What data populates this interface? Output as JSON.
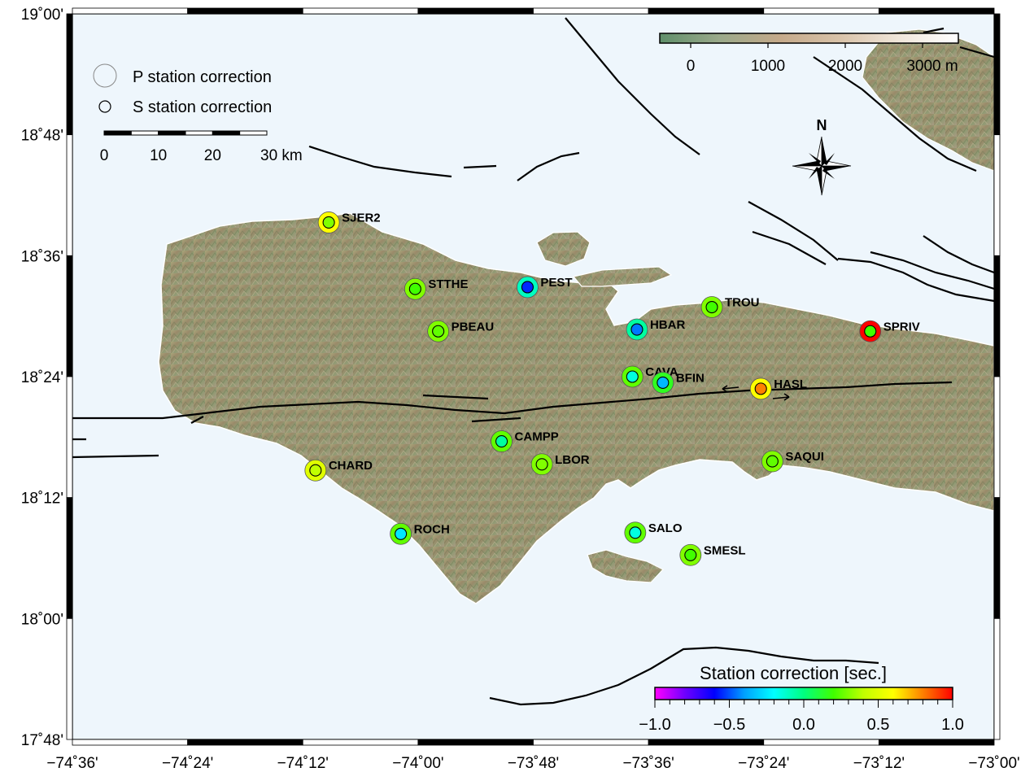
{
  "axes": {
    "lon_ticks": [
      "−74˚36'",
      "−74˚24'",
      "−74˚12'",
      "−74˚00'",
      "−73˚48'",
      "−73˚36'",
      "−73˚24'",
      "−73˚12'",
      "−73˚00'"
    ],
    "lat_ticks": [
      "19˚00'",
      "18˚48'",
      "18˚36'",
      "18˚24'",
      "18˚12'",
      "18˚00'",
      "17˚48'"
    ]
  },
  "legend": {
    "p_label": "P station correction",
    "s_label": "S station correction"
  },
  "scalebar": {
    "ticks": [
      "0",
      "10",
      "20",
      "30 km"
    ]
  },
  "elevation_bar": {
    "ticks": [
      "0",
      "1000",
      "2000",
      "3000 m"
    ],
    "colors": [
      "#5f8f6a",
      "#9aa98a",
      "#c4a98a",
      "#d8c2a8",
      "#f0e6da",
      "#ffffff"
    ]
  },
  "north_arrow": {
    "label": "N"
  },
  "correction_bar": {
    "title": "Station correction [sec.]",
    "ticks": [
      "−1.0",
      "−0.5",
      "0.0",
      "0.5",
      "1.0"
    ],
    "colors": [
      "#ff00ff",
      "#7000ff",
      "#0000ff",
      "#00a0ff",
      "#00ffff",
      "#00ff80",
      "#40ff00",
      "#c0ff00",
      "#ffff00",
      "#ff8000",
      "#ff0000"
    ]
  },
  "stations": [
    {
      "name": "SJER2",
      "lon": -74.155,
      "lat": 18.655,
      "p": 0.6,
      "s": 0.3
    },
    {
      "name": "STTHE",
      "lon": -74.005,
      "lat": 18.545,
      "p": 0.3,
      "s": 0.2
    },
    {
      "name": "PEST",
      "lon": -73.81,
      "lat": 18.548,
      "p": -0.1,
      "s": -0.55
    },
    {
      "name": "PBEAU",
      "lon": -73.965,
      "lat": 18.475,
      "p": 0.3,
      "s": 0.25
    },
    {
      "name": "HBAR",
      "lon": -73.62,
      "lat": 18.478,
      "p": -0.05,
      "s": -0.45
    },
    {
      "name": "TROU",
      "lon": -73.49,
      "lat": 18.515,
      "p": 0.3,
      "s": 0.2
    },
    {
      "name": "SPRIV",
      "lon": -73.215,
      "lat": 18.475,
      "p": 1.0,
      "s": 0.2
    },
    {
      "name": "CAVA",
      "lon": -73.628,
      "lat": 18.4,
      "p": 0.25,
      "s": -0.15
    },
    {
      "name": "BFIN",
      "lon": -73.575,
      "lat": 18.39,
      "p": 0.15,
      "s": -0.35
    },
    {
      "name": "HASL",
      "lon": -73.405,
      "lat": 18.38,
      "p": 0.6,
      "s": 0.8
    },
    {
      "name": "CAMPP",
      "lon": -73.855,
      "lat": 18.293,
      "p": 0.25,
      "s": -0.05
    },
    {
      "name": "CHARD",
      "lon": -74.178,
      "lat": 18.245,
      "p": 0.5,
      "s": 0.4
    },
    {
      "name": "LBOR",
      "lon": -73.785,
      "lat": 18.255,
      "p": 0.3,
      "s": 0.3
    },
    {
      "name": "SAQUI",
      "lon": -73.385,
      "lat": 18.26,
      "p": 0.3,
      "s": 0.25
    },
    {
      "name": "ROCH",
      "lon": -74.03,
      "lat": 18.14,
      "p": 0.25,
      "s": -0.25
    },
    {
      "name": "SALO",
      "lon": -73.623,
      "lat": 18.142,
      "p": 0.25,
      "s": -0.15
    },
    {
      "name": "SMESL",
      "lon": -73.527,
      "lat": 18.105,
      "p": 0.3,
      "s": 0.2
    }
  ]
}
